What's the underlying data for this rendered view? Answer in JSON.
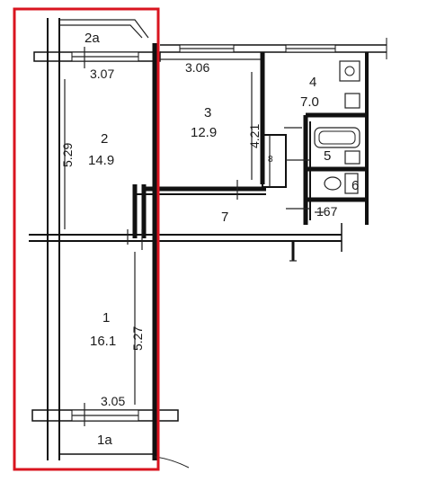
{
  "plan": {
    "highlight_color": "#d9141f",
    "wall_color": "#111111",
    "rooms": [
      {
        "id": "2a",
        "label": "2a"
      },
      {
        "id": "2",
        "number": "2",
        "area": "14.9"
      },
      {
        "id": "1",
        "number": "1",
        "area": "16.1"
      },
      {
        "id": "1a",
        "label": "1a"
      },
      {
        "id": "3",
        "number": "3",
        "area": "12.9"
      },
      {
        "id": "4",
        "number": "4",
        "area": "7.0"
      },
      {
        "id": "5",
        "number": "5"
      },
      {
        "id": "6",
        "number": "6"
      },
      {
        "id": "7",
        "number": "7"
      },
      {
        "id": "8",
        "number": "8"
      }
    ],
    "dimensions": {
      "top_left_width": "3.07",
      "top_right_width": "3.06",
      "left_height_upper": "5.29",
      "left_height_lower": "5.27",
      "bottom_width": "3.05",
      "room3_height": "4.21",
      "corridor_right": "167"
    }
  }
}
